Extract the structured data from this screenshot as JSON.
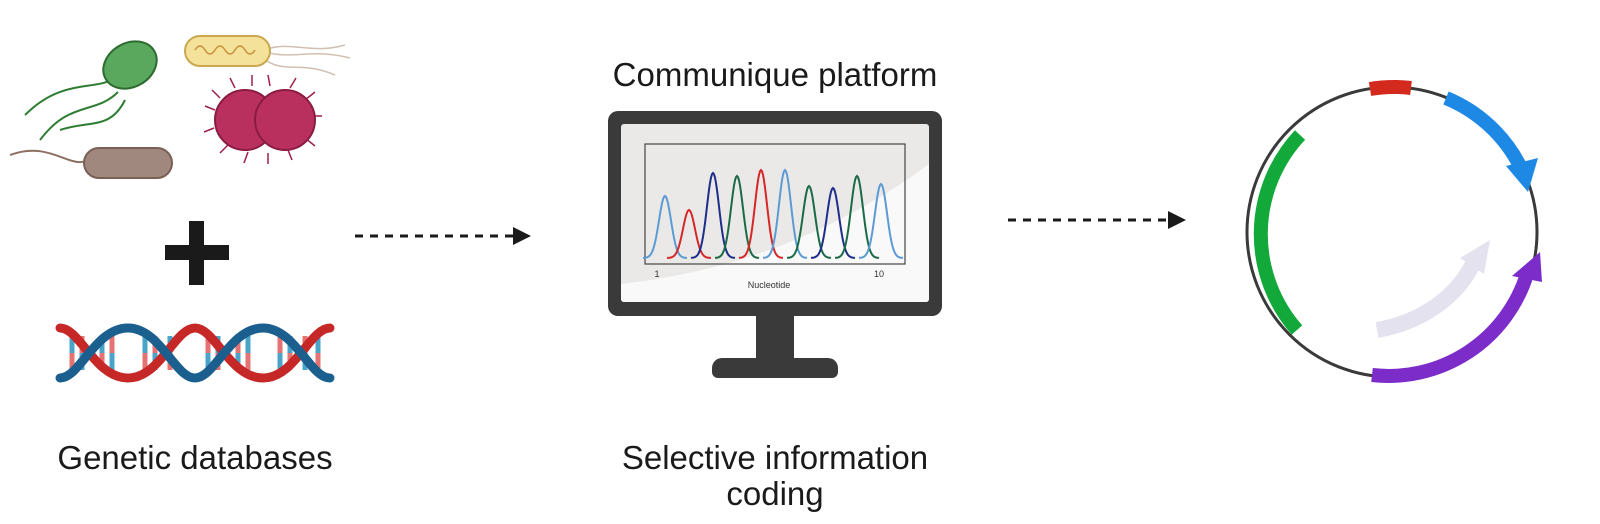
{
  "labels": {
    "left_caption": "Genetic databases",
    "middle_title": "Communique platform",
    "middle_caption_line1": "Selective information",
    "middle_caption_line2": "coding"
  },
  "chart_data": {
    "type": "line",
    "xlabel": "Nucleotide",
    "x_ticks": [
      "1",
      "10"
    ],
    "peak_colors": [
      "#5b9bd5",
      "#d62728",
      "#1f2d8a",
      "#1a6b45",
      "#d62728",
      "#5b9bd5",
      "#1a6b45",
      "#1f2d8a",
      "#1a6b45",
      "#5b9bd5"
    ],
    "peak_heights": [
      0.62,
      0.48,
      0.85,
      0.82,
      0.88,
      0.88,
      0.72,
      0.7,
      0.82,
      0.74
    ]
  },
  "plasmid_segments": [
    {
      "name": "red-segment",
      "color": "#d42a1e"
    },
    {
      "name": "blue-arrow",
      "color": "#1e88e5"
    },
    {
      "name": "purple-arrow",
      "color": "#7b2cc9"
    },
    {
      "name": "green-segment",
      "color": "#12a83a"
    },
    {
      "name": "faded-arrow",
      "color": "#e4e2ef"
    }
  ],
  "icons": [
    "bacteria-icon",
    "plus-icon",
    "dna-helix-icon",
    "computer-monitor-icon",
    "dashed-arrow-icon",
    "plasmid-icon"
  ]
}
